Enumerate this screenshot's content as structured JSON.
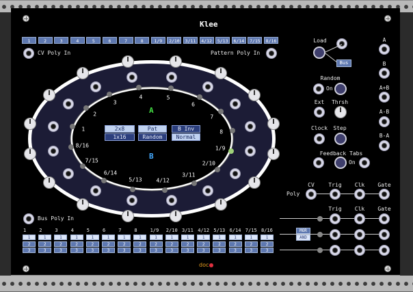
{
  "module": {
    "title": "Klee",
    "logo": "doc"
  },
  "top_tabs": [
    "1",
    "2",
    "3",
    "4",
    "5",
    "6",
    "7",
    "8",
    "1/9",
    "2/10",
    "3/11",
    "4/12",
    "5/13",
    "6/14",
    "7/15",
    "8/16"
  ],
  "labels": {
    "cv_poly_in": "CV Poly In",
    "pattern_poly_in": "Pattern Poly In",
    "bus_poly_in": "Bus Poly In",
    "load": "Load",
    "bus": "Bus",
    "random": "Random",
    "on": "On",
    "ext": "Ext",
    "thrsh": "Thrsh",
    "clock": "Clock",
    "step": "Step",
    "feedback_tabs": "Feedback Tabs",
    "poly": "Poly",
    "a": "A",
    "b": "B",
    "a_plus_b": "A+B",
    "a_minus_b": "A-B",
    "b_minus_a": "B-A",
    "mor": "MOR",
    "and": "AND"
  },
  "register_a": "A",
  "register_b": "B",
  "inner_steps": [
    {
      "label": "3"
    },
    {
      "label": "4"
    },
    {
      "label": "5"
    },
    {
      "label": "6"
    },
    {
      "label": "7"
    },
    {
      "label": "8"
    },
    {
      "label": "1/9"
    },
    {
      "label": "2/10"
    },
    {
      "label": "3/11"
    },
    {
      "label": "4/12"
    },
    {
      "label": "5/13"
    },
    {
      "label": "6/14"
    },
    {
      "label": "7/15"
    },
    {
      "label": "8/16"
    },
    {
      "label": "1"
    },
    {
      "label": "2"
    }
  ],
  "active_step": 6,
  "center_buttons": {
    "mode_a": "2x8",
    "mode_b": "1x16",
    "pat": "Pat",
    "random": "Random",
    "b_inv": "B Inv",
    "normal": "Normal"
  },
  "output_headers": [
    "CV",
    "Trig",
    "Clk",
    "Gate"
  ],
  "output_headers_2": [
    "Trig",
    "Clk",
    "Gate"
  ],
  "bus_columns": [
    "1",
    "2",
    "3",
    "4",
    "5",
    "6",
    "7",
    "8",
    "1/9",
    "2/10",
    "3/11",
    "4/12",
    "5/13",
    "6/14",
    "7/15",
    "8/16"
  ],
  "bus_rows": [
    "1",
    "2",
    "3"
  ],
  "colors": {
    "panel": "#000000",
    "ring": "#1c1c36",
    "accent": "#5e78b0",
    "register_a": "#44dd44",
    "register_b": "#44aaff"
  }
}
